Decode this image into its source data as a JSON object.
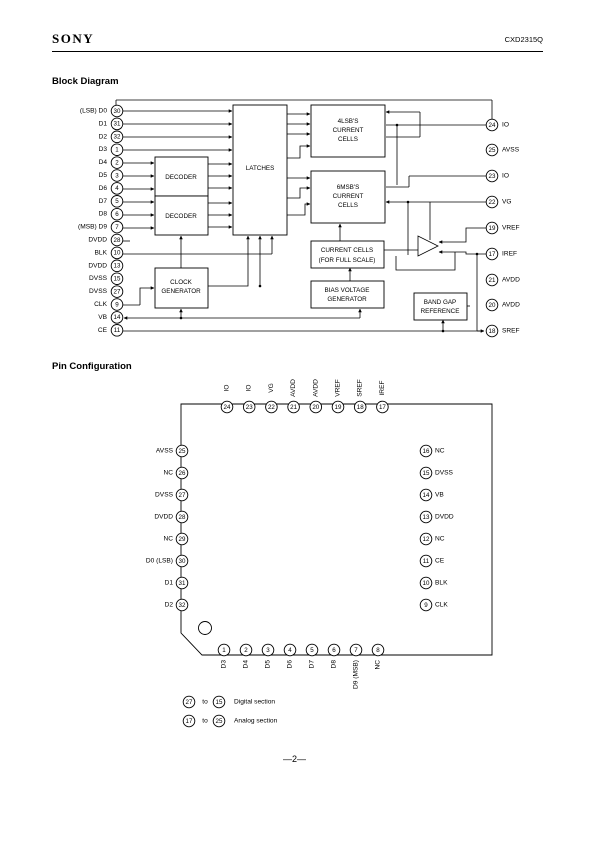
{
  "header": {
    "logo": "SONY",
    "part_number": "CXD2315Q"
  },
  "block_diagram": {
    "title": "Block Diagram",
    "left_pins": [
      {
        "label": "(LSB) D0",
        "num": "30"
      },
      {
        "label": "D1",
        "num": "31"
      },
      {
        "label": "D2",
        "num": "32"
      },
      {
        "label": "D3",
        "num": "1"
      },
      {
        "label": "D4",
        "num": "2"
      },
      {
        "label": "D5",
        "num": "3"
      },
      {
        "label": "D6",
        "num": "4"
      },
      {
        "label": "D7",
        "num": "5"
      },
      {
        "label": "D8",
        "num": "6"
      },
      {
        "label": "(MSB) D9",
        "num": "7"
      },
      {
        "label": "DVDD",
        "num": "28"
      },
      {
        "label": "BLK",
        "num": "10"
      },
      {
        "label": "DVDD",
        "num": "13"
      },
      {
        "label": "DVSS",
        "num": "15"
      },
      {
        "label": "DVSS",
        "num": "27"
      },
      {
        "label": "CLK",
        "num": "9"
      },
      {
        "label": "VB",
        "num": "14"
      },
      {
        "label": "CE",
        "num": "11"
      }
    ],
    "right_pins": [
      {
        "label": "IO",
        "num": "24"
      },
      {
        "label": "AVSS",
        "num": "25"
      },
      {
        "label": "IO",
        "num": "23"
      },
      {
        "label": "VG",
        "num": "22"
      },
      {
        "label": "VREF",
        "num": "19"
      },
      {
        "label": "IREF",
        "num": "17"
      },
      {
        "label": "AVDD",
        "num": "21"
      },
      {
        "label": "AVDD",
        "num": "20"
      },
      {
        "label": "SREF",
        "num": "18"
      }
    ],
    "blocks": {
      "latches": "LATCHES",
      "decoder1": "DECODER",
      "decoder2": "DECODER",
      "lsb_cells": [
        "4LSB'S",
        "CURRENT",
        "CELLS"
      ],
      "msb_cells": [
        "6MSB'S",
        "CURRENT",
        "CELLS"
      ],
      "full_scale": [
        "CURRENT CELLS",
        "(FOR FULL SCALE)"
      ],
      "clock_gen": [
        "CLOCK",
        "GENERATOR"
      ],
      "bias_gen": [
        "BIAS VOLTAGE",
        "GENERATOR"
      ],
      "band_gap": [
        "BAND GAP",
        "REFERENCE"
      ]
    }
  },
  "pin_configuration": {
    "title": "Pin Configuration",
    "top_pins": [
      {
        "label": "IO",
        "num": "24"
      },
      {
        "label": "IO",
        "num": "23"
      },
      {
        "label": "VG",
        "num": "22"
      },
      {
        "label": "AVDD",
        "num": "21"
      },
      {
        "label": "AVDD",
        "num": "20"
      },
      {
        "label": "VREF",
        "num": "19"
      },
      {
        "label": "SREF",
        "num": "18"
      },
      {
        "label": "IREF",
        "num": "17"
      }
    ],
    "left_pins": [
      {
        "label": "AVSS",
        "num": "25"
      },
      {
        "label": "NC",
        "num": "26"
      },
      {
        "label": "DVSS",
        "num": "27"
      },
      {
        "label": "DVDD",
        "num": "28"
      },
      {
        "label": "NC",
        "num": "29"
      },
      {
        "label": "D0 (LSB)",
        "num": "30"
      },
      {
        "label": "D1",
        "num": "31"
      },
      {
        "label": "D2",
        "num": "32"
      }
    ],
    "right_pins": [
      {
        "label": "NC",
        "num": "16"
      },
      {
        "label": "DVSS",
        "num": "15"
      },
      {
        "label": "VB",
        "num": "14"
      },
      {
        "label": "DVDD",
        "num": "13"
      },
      {
        "label": "NC",
        "num": "12"
      },
      {
        "label": "CE",
        "num": "11"
      },
      {
        "label": "BLK",
        "num": "10"
      },
      {
        "label": "CLK",
        "num": "9"
      }
    ],
    "bottom_pins": [
      {
        "label": "D3",
        "num": "1"
      },
      {
        "label": "D4",
        "num": "2"
      },
      {
        "label": "D5",
        "num": "3"
      },
      {
        "label": "D6",
        "num": "4"
      },
      {
        "label": "D7",
        "num": "5"
      },
      {
        "label": "D8",
        "num": "6"
      },
      {
        "label": "D9 (MSB)",
        "num": "7"
      },
      {
        "label": "NC",
        "num": "8"
      }
    ],
    "legend": [
      {
        "from": "27",
        "to_word": "to",
        "to": "15",
        "text": "Digital section"
      },
      {
        "from": "17",
        "to_word": "to",
        "to": "25",
        "text": "Analog section"
      }
    ]
  },
  "footer": {
    "page": "—2—"
  }
}
